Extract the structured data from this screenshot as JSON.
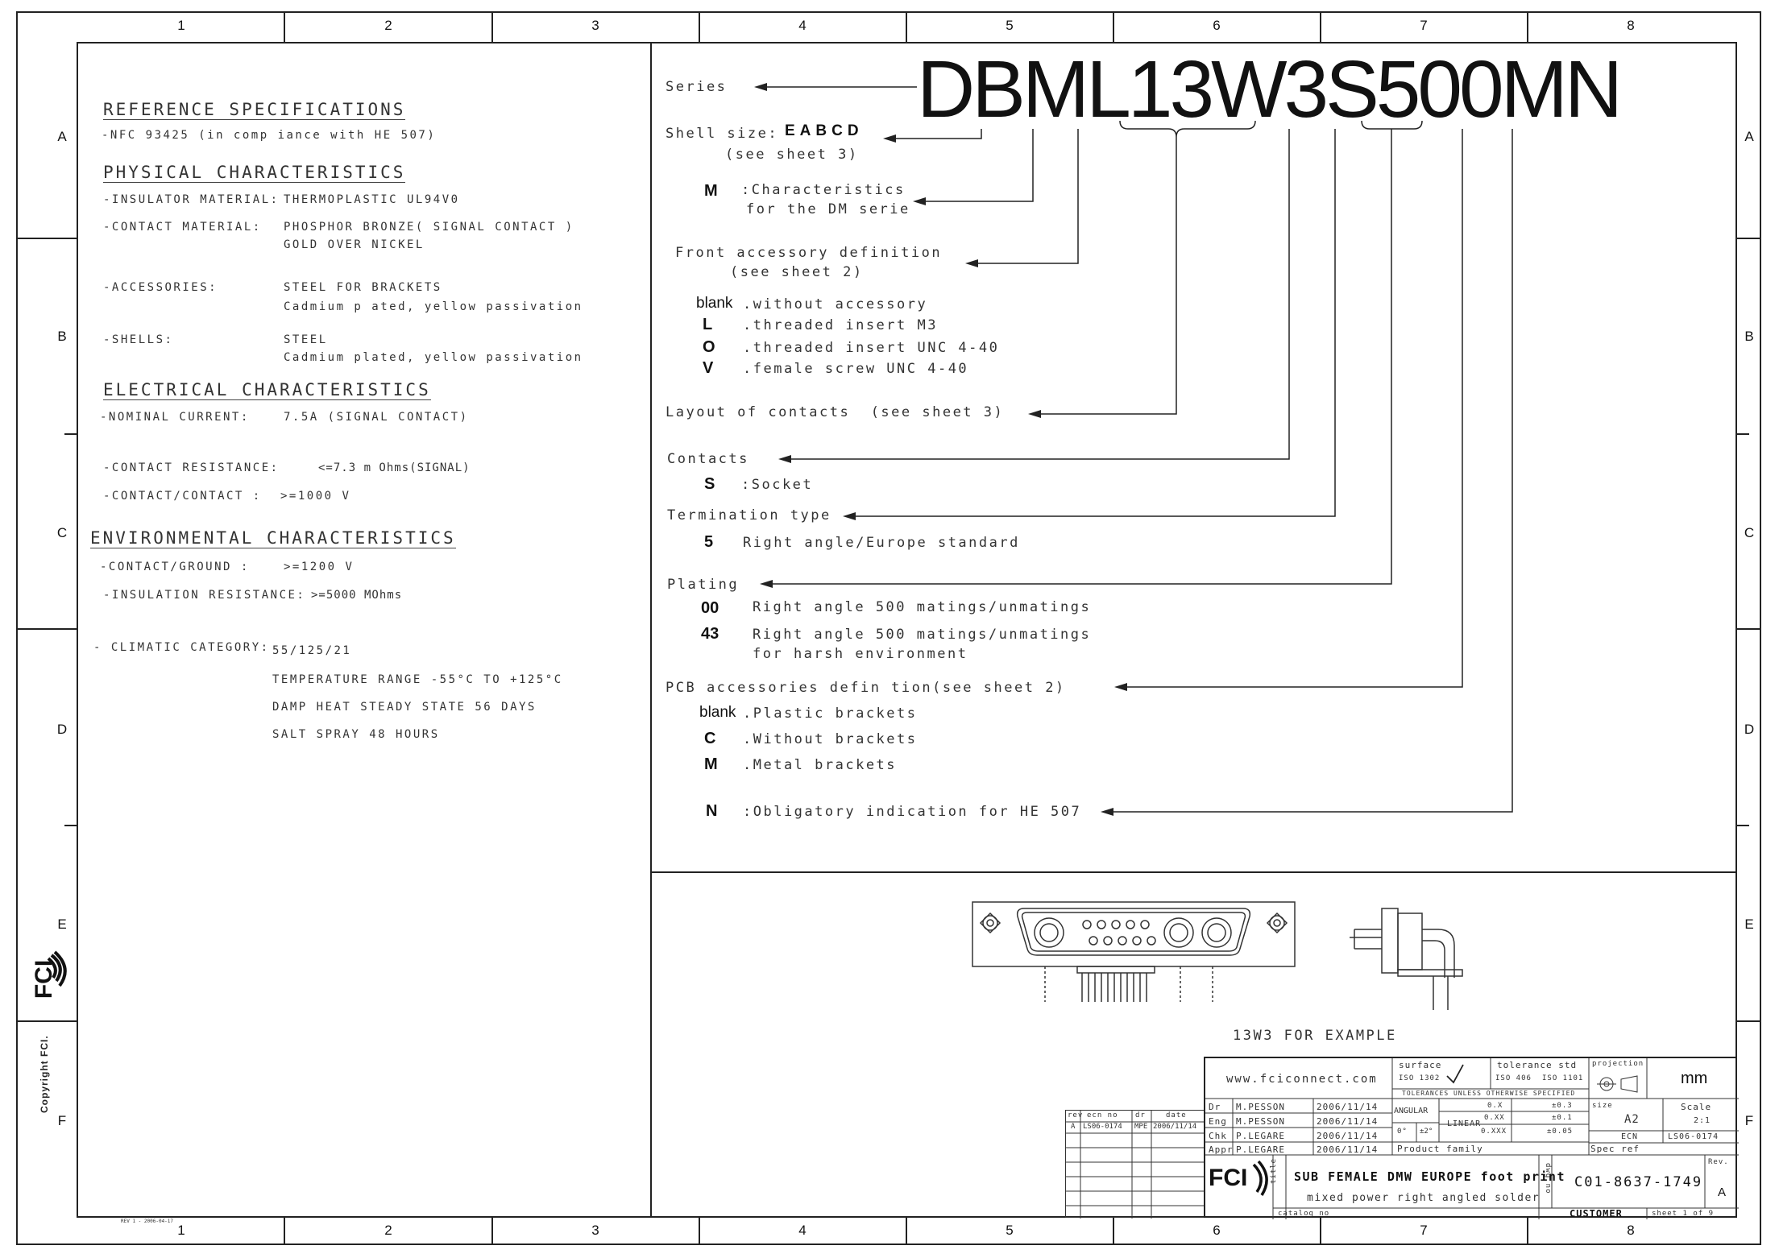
{
  "frame": {
    "cols": [
      "1",
      "2",
      "3",
      "4",
      "5",
      "6",
      "7",
      "8"
    ],
    "rows": [
      "A",
      "B",
      "C",
      "D",
      "E",
      "F"
    ],
    "small_id": "REV 1 - 2006-04-17"
  },
  "side": {
    "logo": "FCI",
    "copyright": "Copyright FCI."
  },
  "left": {
    "h_ref": "REFERENCE SPECIFICATIONS",
    "ref_1": "-NFC 93425 (in comp iance with HE 507)",
    "h_phys": "PHYSICAL CHARACTERISTICS",
    "phys": [
      {
        "label": "-INSULATOR MATERIAL:",
        "v1": "THERMOPLASTIC UL94V0",
        "v2": ""
      },
      {
        "label": "-CONTACT MATERIAL:",
        "v1": "PHOSPHOR BRONZE( SIGNAL CONTACT )",
        "v2": "GOLD OVER NICKEL"
      },
      {
        "label": "-ACCESSORIES:",
        "v1": "STEEL FOR BRACKETS",
        "v2": "Cadmium p ated, yellow passivation"
      },
      {
        "label": "-SHELLS:",
        "v1": "STEEL",
        "v2": "Cadmium plated, yellow passivation"
      }
    ],
    "h_elec": "ELECTRICAL CHARACTERISTICS",
    "elec": [
      {
        "label": "-NOMINAL CURRENT:",
        "v": "7.5A (SIGNAL CONTACT)"
      },
      {
        "label": "-CONTACT RESISTANCE:",
        "v": "<=7.3 m Ohms(SIGNAL)"
      },
      {
        "label": "-CONTACT/CONTACT :",
        "v": ">=1000 V"
      }
    ],
    "h_env": "ENVIRONMENTAL CHARACTERISTICS",
    "env": [
      {
        "label": "-CONTACT/GROUND :",
        "v": ">=1200 V"
      },
      {
        "label": "-INSULATION RESISTANCE:",
        "v": ">=5000 MOhms"
      }
    ],
    "climatic_label": "- CLIMATIC CATEGORY:",
    "climatic": [
      "55/125/21",
      "TEMPERATURE RANGE -55°C TO +125°C",
      "DAMP HEAT STEADY STATE 56 DAYS",
      "SALT SPRAY 48 HOURS"
    ]
  },
  "code": {
    "part": "DBML13W3S500MN",
    "series": "Series",
    "shell_label": "Shell size:",
    "shell_codes": "EABCD",
    "shell_note": "(see sheet 3)",
    "m_code": "M",
    "m_text_1": ":Characteristics",
    "m_text_2": "for the DM serie",
    "front_1": "Front accessory definition",
    "front_2": "(see sheet 2)",
    "front_opts": [
      {
        "code": "blank",
        "text": ".without accessory"
      },
      {
        "code": "L",
        "text": ".threaded insert M3"
      },
      {
        "code": "O",
        "text": ".threaded insert UNC 4-40"
      },
      {
        "code": "V",
        "text": ".female screw UNC 4-40"
      }
    ],
    "layout": "Layout of contacts  (see sheet 3)",
    "contacts": "Contacts",
    "s_code": "S",
    "s_text": ":Socket",
    "termination": "Termination type",
    "t_code": "5",
    "t_text": "Right angle/Europe standard",
    "plating": "Plating",
    "plating_opts": [
      {
        "code": "00",
        "text": "Right angle 500 matings/unmatings",
        "text2": ""
      },
      {
        "code": "43",
        "text": "Right angle 500 matings/unmatings",
        "text2": "for harsh environment"
      }
    ],
    "pcb": "PCB accessories defin tion(see sheet 2)",
    "pcb_opts": [
      {
        "code": "blank",
        "text": ".Plastic brackets"
      },
      {
        "code": "C",
        "text": ".Without brackets"
      },
      {
        "code": "M",
        "text": ".Metal brackets"
      }
    ],
    "n_code": "N",
    "n_text": ":Obligatory indication for HE 507"
  },
  "drawing": {
    "caption": "13W3 FOR EXAMPLE"
  },
  "title_block": {
    "website": "www.fciconnect.com",
    "surface": "surface",
    "surface_std": "ISO 1302",
    "tol_std": "tolerance std",
    "tol_iso1": "ISO 406",
    "tol_iso2": "ISO 1101",
    "tol_note": "TOLERANCES UNLESS OTHERWISE SPECIFIED",
    "projection": "projection",
    "unit": "mm",
    "people": [
      {
        "role": "Dr",
        "name": "M.PESSON",
        "date": "2006/11/14"
      },
      {
        "role": "Eng",
        "name": "M.PESSON",
        "date": "2006/11/14"
      },
      {
        "role": "Chk",
        "name": "P.LEGARE",
        "date": "2006/11/14"
      },
      {
        "role": "Appr",
        "name": "P.LEGARE",
        "date": "2006/11/14"
      }
    ],
    "angular": "ANGULAR",
    "linear": "LINEAR",
    "ang_vals": [
      "0°",
      "±2°"
    ],
    "lin_rows": [
      [
        "0.X",
        "±0.3"
      ],
      [
        "0.XX",
        "±0.1"
      ],
      [
        "0.XXX",
        "±0.05"
      ]
    ],
    "size_label": "size",
    "size": "A2",
    "scale_label": "Scale",
    "scale": "2:1",
    "ecn_label": "ECN",
    "ecn": "LS06-0174",
    "spec_ref": "Spec ref",
    "product_family": "Product family",
    "rev_hdr": [
      "rev",
      "ecn no",
      "dr",
      "date"
    ],
    "rev_row": [
      "A",
      "LS06-0174",
      "MPE",
      "2006/11/14"
    ],
    "title_word": "title",
    "title1": "SUB FEMALE DMW EUROPE foot print",
    "title2": "mixed power right angled solder",
    "catalog": "catalog no",
    "dwg_no_label": "dwg no",
    "dwg_no": "C01-8637-1749",
    "rev_label": "Rev.",
    "rev": "A",
    "customer": "CUSTOMER",
    "sheet": "sheet 1 of 9",
    "logo": "FCI"
  }
}
